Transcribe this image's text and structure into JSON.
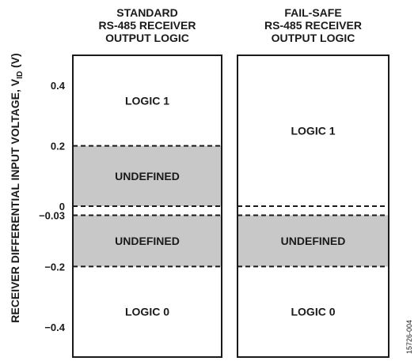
{
  "colors": {
    "line": "#1a1a1a",
    "undefined_fill": "#c8c8c8",
    "background": "#ffffff"
  },
  "y_axis": {
    "label_main": "RECEIVER DIFFERENTIAL INPUT VOLTAGE, V",
    "label_sub": "ID",
    "label_unit": " (V)",
    "range": [
      -0.5,
      0.5
    ],
    "ticks": [
      {
        "value": 0.4,
        "label": "0.4"
      },
      {
        "value": 0.2,
        "label": "0.2"
      },
      {
        "value": 0,
        "label": "0"
      },
      {
        "value": -0.03,
        "label": "−0.03"
      },
      {
        "value": -0.2,
        "label": "−0.2"
      },
      {
        "value": -0.4,
        "label": "−0.4"
      }
    ]
  },
  "columns": [
    {
      "header": [
        "STANDARD",
        "RS-485 RECEIVER",
        "OUTPUT LOGIC"
      ],
      "thresholds": [
        0.2,
        0,
        -0.03,
        -0.2
      ],
      "regions": [
        {
          "label": "LOGIC 1",
          "from": 0.2,
          "to": 0.5,
          "shaded": false
        },
        {
          "label": "UNDEFINED",
          "from": 0,
          "to": 0.2,
          "shaded": true
        },
        {
          "label": "UNDEFINED",
          "from": -0.2,
          "to": -0.03,
          "shaded": true
        },
        {
          "label": "LOGIC 0",
          "from": -0.5,
          "to": -0.2,
          "shaded": false
        }
      ]
    },
    {
      "header": [
        "FAIL-SAFE",
        "RS-485 RECEIVER",
        "OUTPUT LOGIC"
      ],
      "thresholds": [
        0,
        -0.03,
        -0.2
      ],
      "regions": [
        {
          "label": "LOGIC 1",
          "from": 0,
          "to": 0.5,
          "shaded": false
        },
        {
          "label": "UNDEFINED",
          "from": -0.2,
          "to": -0.03,
          "shaded": true
        },
        {
          "label": "LOGIC 0",
          "from": -0.5,
          "to": -0.2,
          "shaded": false
        }
      ]
    }
  ],
  "figure_id": "15726-004"
}
